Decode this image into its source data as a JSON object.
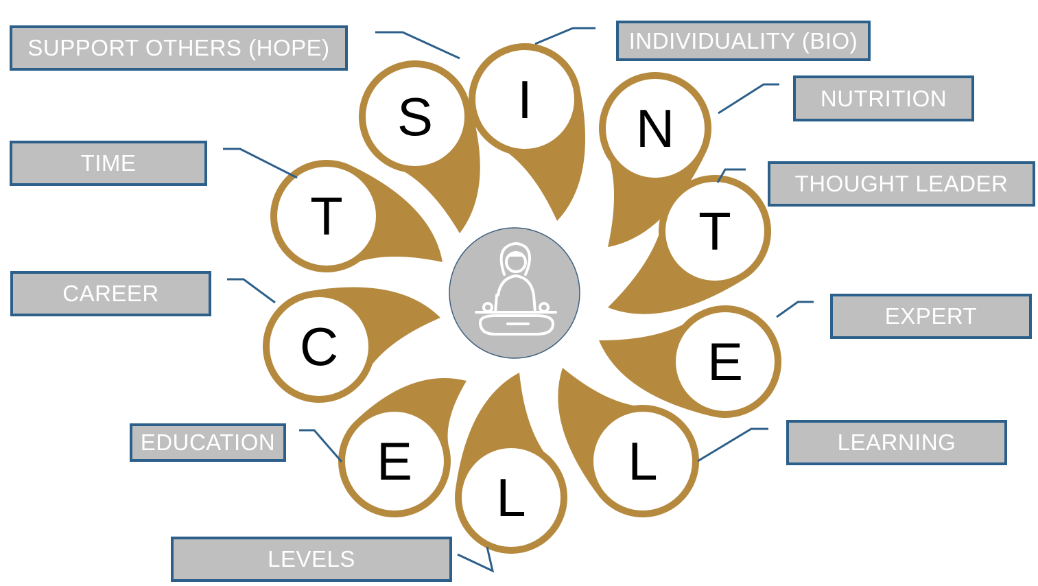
{
  "colors": {
    "gold": "#b58a3f",
    "label_fill": "#bfbfbf",
    "label_border": "#2c5f8a",
    "center_fill": "#bdbdbd"
  },
  "center_icon": "meditating-person-icon",
  "petals": [
    {
      "letter": "S",
      "label": "SUPPORT OTHERS (HOPE)"
    },
    {
      "letter": "I",
      "label": "INDIVIDUALITY (BIO)"
    },
    {
      "letter": "N",
      "label": "NUTRITION"
    },
    {
      "letter": "T",
      "label": "THOUGHT LEADER"
    },
    {
      "letter": "E",
      "label": "EXPERT"
    },
    {
      "letter": "L",
      "label": "LEARNING"
    },
    {
      "letter": "L",
      "label": "LEVELS"
    },
    {
      "letter": "E",
      "label": "EDUCATION"
    },
    {
      "letter": "C",
      "label": "CAREER"
    },
    {
      "letter": "T",
      "label": "TIME"
    }
  ]
}
